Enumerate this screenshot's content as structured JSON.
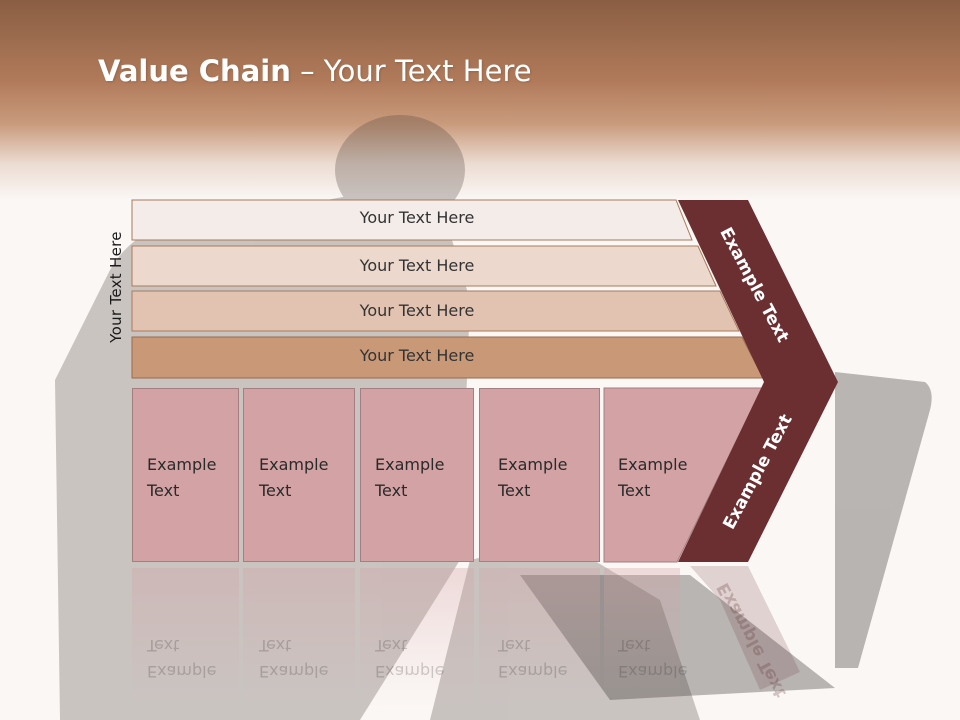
{
  "slide": {
    "title_bold": "Value Chain",
    "title_rest": " – Your Text Here",
    "side_label": "Your Text Here"
  },
  "support_rows": [
    {
      "label": "Your Text Here",
      "color": "#f3ece8"
    },
    {
      "label": "Your Text Here",
      "color": "#ecd8cd"
    },
    {
      "label": "Your Text Here",
      "color": "#e2c3b1"
    },
    {
      "label": "Your Text Here",
      "color": "#c99877"
    }
  ],
  "primary_boxes": [
    {
      "label": "Example\nText"
    },
    {
      "label": "Example\nText"
    },
    {
      "label": "Example\nText"
    },
    {
      "label": "Example\nText"
    },
    {
      "label": "Example\nText"
    }
  ],
  "chevron": {
    "top_label": "Example Text",
    "bottom_label": "Example Text",
    "color": "#6b2f31"
  }
}
